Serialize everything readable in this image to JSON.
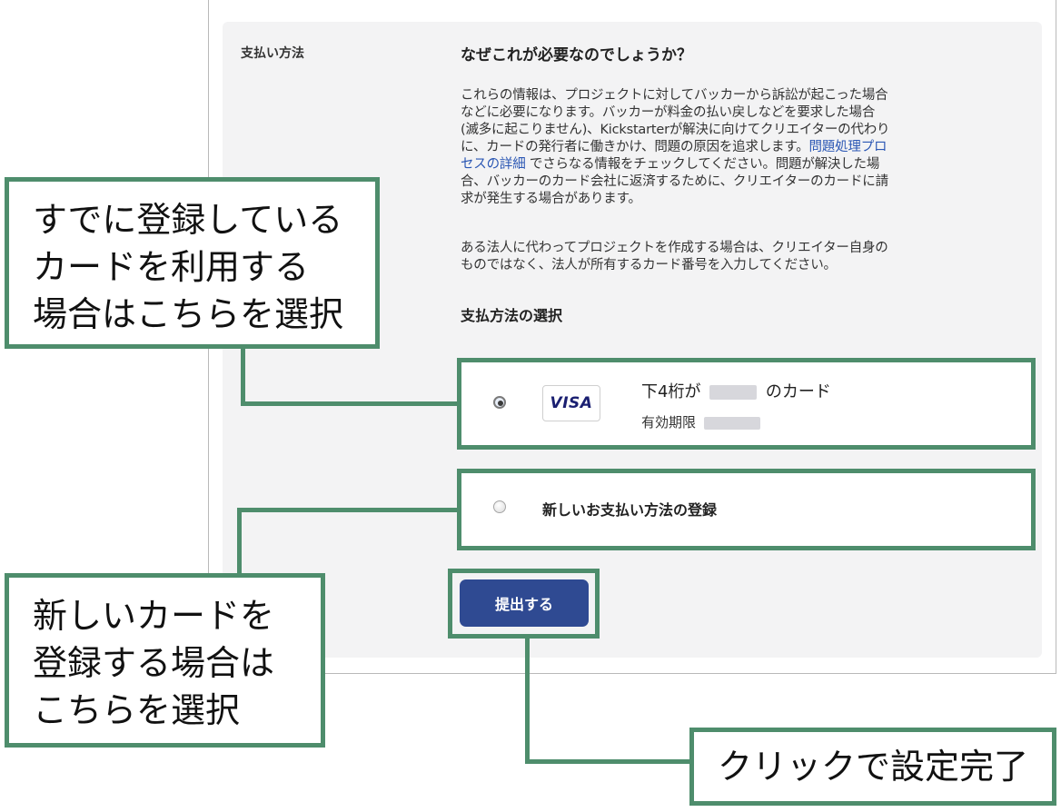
{
  "section_label": "支払い方法",
  "why": {
    "title": "なぜこれが必要なのでしょうか？",
    "para1_lines": [
      "これらの情報は、プロジェクトに対してバッカーから訴訟が起こった場合",
      "などに必要になります。バッカーが料金の払い戻しなどを要求した場合",
      "(滅多に起こりません)、Kickstarterが解決に向けてクリエイターの代わり",
      "に、カードの発行者に働きかけ、問題の原因を追求します。"
    ],
    "para1_link_a": "問題処理プロ",
    "para1_link_b": "セスの詳細",
    "para1_after_link": " でさらなる情報をチェックしてください。問題が解決した場",
    "para1_tail_lines": [
      "合、バッカーのカード会社に返済するために、クリエイターのカードに請",
      "求が発生する場合があります。"
    ],
    "para2_lines": [
      "ある法人に代わってプロジェクトを作成する場合は、クリエイター自身の",
      "ものではなく、法人が所有するカード番号を入力してください。"
    ]
  },
  "payment_select_heading": "支払方法の選択",
  "saved_card": {
    "brand": "VISA",
    "last4_prefix": "下4桁が",
    "last4_suffix": "のカード",
    "expiry_label": "有効期限",
    "selected": true
  },
  "new_method": {
    "label": "新しいお支払い方法の登録",
    "selected": false
  },
  "submit_label": "提出する",
  "callouts": {
    "existing_card": [
      "すでに登録している",
      "カードを利用する",
      "場合はこちらを選択"
    ],
    "new_card": [
      "新しいカードを",
      "登録する場合は",
      "こちらを選択"
    ],
    "submit": "クリックで設定完了"
  },
  "colors": {
    "accent_green": "#4e8d6c",
    "button_blue": "#2f4a92",
    "link_blue": "#2b57b4",
    "visa_blue": "#1a1f71"
  }
}
